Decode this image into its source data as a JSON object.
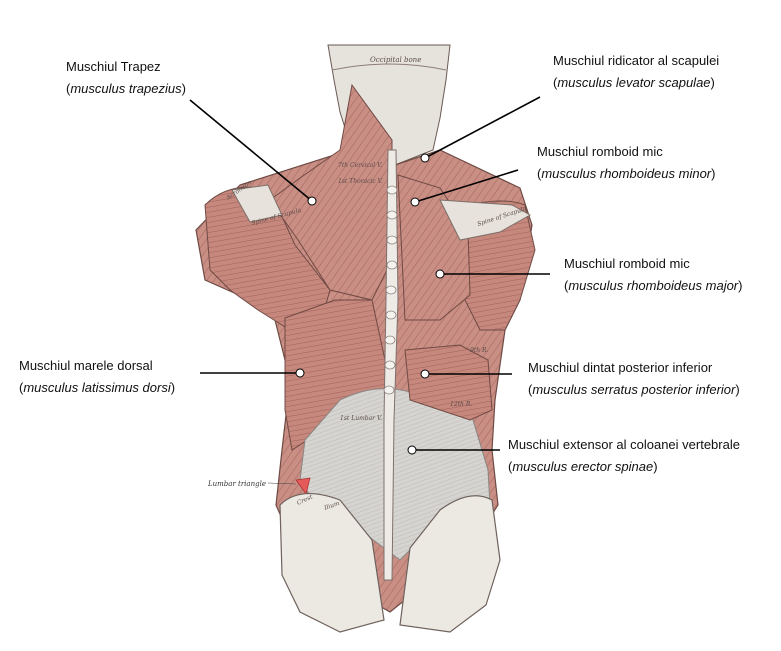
{
  "diagram": {
    "labels": [
      {
        "key": "trapezius",
        "name": "Muschiul Trapez",
        "latin": "musculus trapezius"
      },
      {
        "key": "levator",
        "name": "Muschiul ridicator al scapulei",
        "latin": "musculus levator scapulae"
      },
      {
        "key": "rhomb_minor",
        "name": "Muschiul romboid mic",
        "latin": "musculus rhomboideus minor"
      },
      {
        "key": "rhomb_major",
        "name": "Muschiul romboid mic",
        "latin": "musculus rhomboideus major"
      },
      {
        "key": "latissimus",
        "name": "Muschiul marele dorsal",
        "latin": "musculus latissimus dorsi"
      },
      {
        "key": "serratus",
        "name": "Muschiul dintat posterior inferior",
        "latin": "musculus serratus posterior inferior"
      },
      {
        "key": "erector",
        "name": "Muschiul extensor al coloanei vertebrale",
        "latin": "musculus erector spinae"
      }
    ],
    "illustration_text": {
      "occipital": "Occipital bone",
      "cervical": "7th Cervical V.",
      "thoracic": "1st Thoracic V.",
      "spine_scapula_left": "Spine of Scapula",
      "spine_scapula_right": "Spine of Scapula",
      "acromion": "Acromion",
      "rib9": "9th R.",
      "rib12": "12th R.",
      "lumbar": "1st Lumbar V.",
      "lumbar_triangle": "Lumbar triangle",
      "crest": "Crest",
      "ilium": "Ilium"
    },
    "colors": {
      "muscle": "#c98e84",
      "muscle_dark": "#a2665d",
      "fascia": "#d4d2d0",
      "bone": "#ece9e2",
      "line": "#000000",
      "lumbar_triangle": "#e45a5a"
    }
  }
}
